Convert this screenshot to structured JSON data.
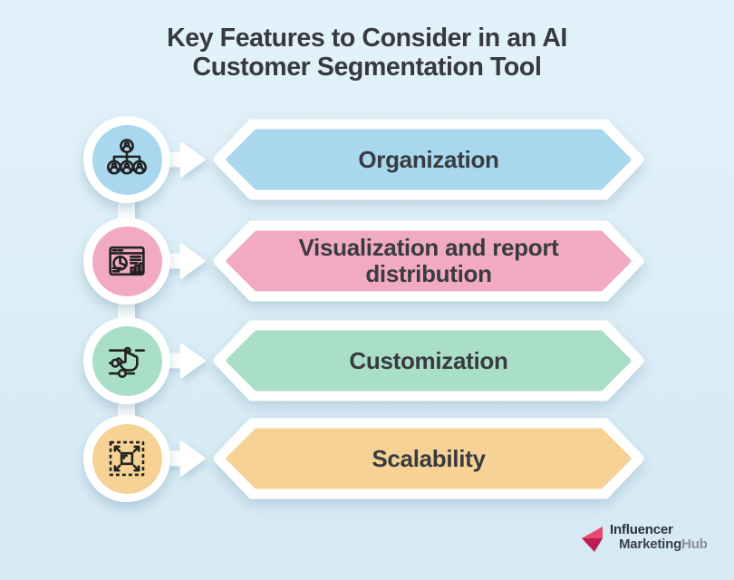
{
  "title": {
    "line1": "Key Features to Consider in an AI",
    "line2": "Customer Segmentation Tool"
  },
  "rows": [
    {
      "label": "Organization",
      "color": "#a9d8ee",
      "icon": "org-chart-icon"
    },
    {
      "label": "Visualization and report distribution",
      "color": "#f2aac3",
      "icon": "dashboard-report-icon"
    },
    {
      "label": "Customization",
      "color": "#aadfc7",
      "icon": "sliders-hand-icon"
    },
    {
      "label": "Scalability",
      "color": "#f6d395",
      "icon": "expand-arrows-icon"
    }
  ],
  "logo": {
    "line1": "Influencer",
    "line2_marketing": "Marketing",
    "line2_hub": "Hub",
    "icon_light": "#e8486e",
    "icon_dark": "#bc1d52"
  },
  "colors": {
    "background": "#d9ecf6",
    "title_text": "#36393d",
    "banner_text": "#383b3f",
    "shape_outline": "#ffffff",
    "icon_stroke": "#222222"
  }
}
